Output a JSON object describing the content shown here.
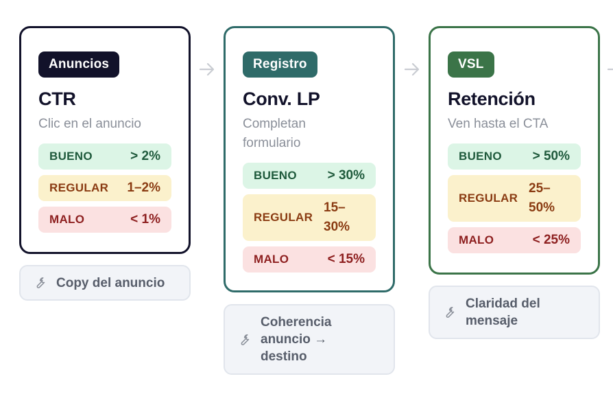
{
  "stages": [
    {
      "tag": "Anuncios",
      "metric": "CTR",
      "description": "Clic en el anuncio",
      "thresholds": {
        "good": {
          "label": "BUENO",
          "value": "> 2%"
        },
        "regular": {
          "label": "REGULAR",
          "value": "1–2%"
        },
        "bad": {
          "label": "MALO",
          "value": "< 1%"
        }
      },
      "fix": "Copy del anuncio",
      "color": "#12122a"
    },
    {
      "tag": "Registro",
      "metric": "Conv. LP",
      "description": "Completan formulario",
      "thresholds": {
        "good": {
          "label": "BUENO",
          "value": "> 30%"
        },
        "regular": {
          "label": "REGULAR",
          "value": "15–30%"
        },
        "bad": {
          "label": "MALO",
          "value": "< 15%"
        }
      },
      "fix": "Coherencia anuncio → destino",
      "color": "#2f6b69"
    },
    {
      "tag": "VSL",
      "metric": "Retención",
      "description": "Ven hasta el CTA",
      "thresholds": {
        "good": {
          "label": "BUENO",
          "value": "> 50%"
        },
        "regular": {
          "label": "REGULAR",
          "value": "25–50%"
        },
        "bad": {
          "label": "MALO",
          "value": "< 25%"
        }
      },
      "fix": "Claridad del mensaje",
      "color": "#3b7448"
    }
  ],
  "icons": {
    "arrow": "arrow-right-icon",
    "fix": "wrench-icon"
  }
}
